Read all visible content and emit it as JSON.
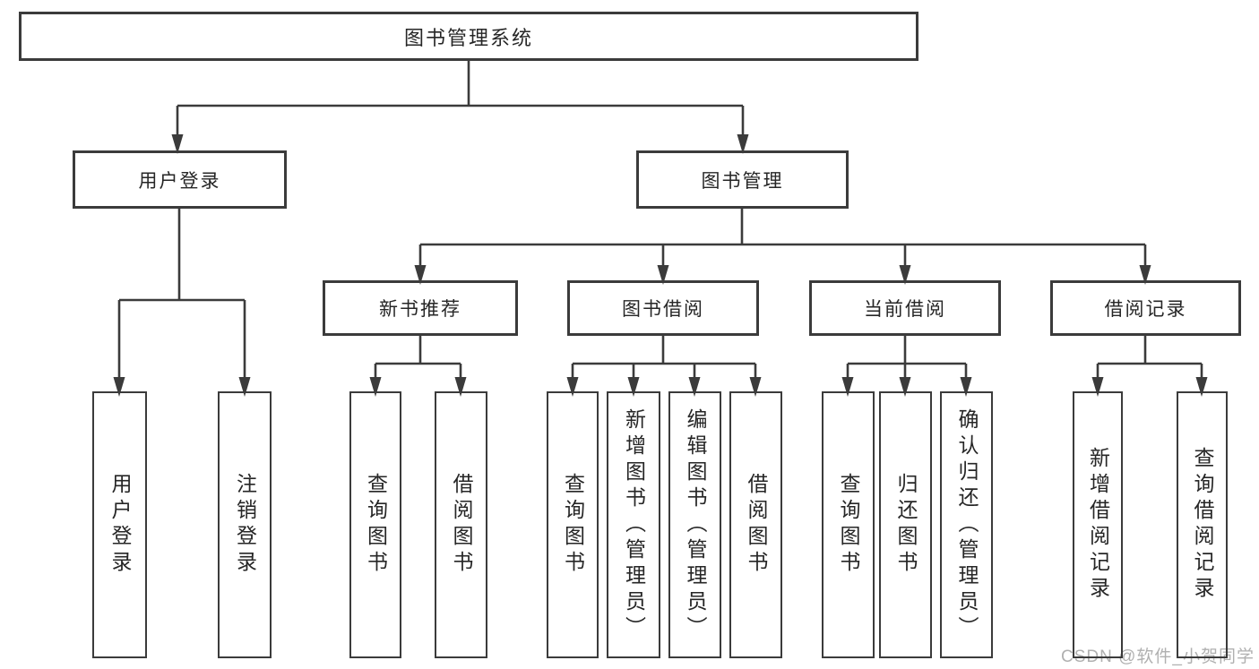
{
  "diagram_title": "图书管理系统",
  "watermark": "CSDN @软件_小贺同学",
  "colors": {
    "line": "#3b3b3b",
    "box_border": "#3b3b3b",
    "text": "#262626",
    "watermark": "#b0b0b0",
    "background": "#ffffff"
  },
  "tree": {
    "label": "图书管理系统",
    "children": [
      {
        "label": "用户登录",
        "children": [
          {
            "label": "用户登录"
          },
          {
            "label": "注销登录"
          }
        ]
      },
      {
        "label": "图书管理",
        "children": [
          {
            "label": "新书推荐",
            "children": [
              {
                "label": "查询图书"
              },
              {
                "label": "借阅图书"
              }
            ]
          },
          {
            "label": "图书借阅",
            "children": [
              {
                "label": "查询图书"
              },
              {
                "label": "新增图书（管理员）"
              },
              {
                "label": "编辑图书（管理员）"
              },
              {
                "label": "借阅图书"
              }
            ]
          },
          {
            "label": "当前借阅",
            "children": [
              {
                "label": "查询图书"
              },
              {
                "label": "归还图书"
              },
              {
                "label": "确认归还（管理员）"
              }
            ]
          },
          {
            "label": "借阅记录",
            "children": [
              {
                "label": "新增借阅记录"
              },
              {
                "label": "查询借阅记录"
              }
            ]
          }
        ]
      }
    ]
  }
}
